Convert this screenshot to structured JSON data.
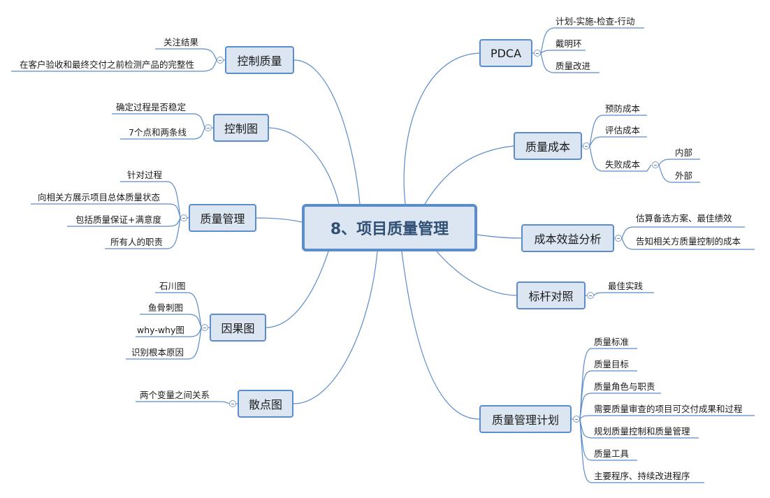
{
  "center": {
    "label": "8、项目质量管理"
  },
  "colors": {
    "link": "#5b8ccb",
    "underline": "#5b8ccb",
    "node_fill": "#dce6f2",
    "node_border": "#5b8ccb"
  },
  "topics": {
    "pdca": {
      "label": "PDCA",
      "items": [
        "计划-实施-检查-行动",
        "戴明环",
        "质量改进"
      ]
    },
    "cost": {
      "label": "质量成本",
      "items": [
        "预防成本",
        "评估成本",
        "失败成本"
      ],
      "failure_items": [
        "内部",
        "外部"
      ]
    },
    "cba": {
      "label": "成本效益分析",
      "items": [
        "估算备选方案、最佳绩效",
        "告知相关方质量控制的成本"
      ]
    },
    "bench": {
      "label": "标杆对照",
      "items": [
        "最佳实践"
      ]
    },
    "plan": {
      "label": "质量管理计划",
      "items": [
        "质量标准",
        "质量目标",
        "质量角色与职责",
        "需要质量审查的项目可交付成果和过程",
        "规划质量控制和质量管理",
        "质量工具",
        "主要程序、持续改进程序"
      ]
    },
    "control_quality": {
      "label": "控制质量",
      "items": [
        "关注结果",
        "在客户验收和最终交付之前检测产品的完整性"
      ]
    },
    "control_chart": {
      "label": "控制图",
      "items": [
        "确定过程是否稳定",
        "7个点和两条线"
      ]
    },
    "qm": {
      "label": "质量管理",
      "items": [
        "针对过程",
        "向相关方展示项目总体质量状态",
        "包括质量保证+满意度",
        "所有人的职责"
      ]
    },
    "cause": {
      "label": "因果图",
      "items": [
        "石川图",
        "鱼骨刺图",
        "why-why图",
        "识别根本原因"
      ]
    },
    "scatter": {
      "label": "散点图",
      "items": [
        "两个变量之间关系"
      ]
    }
  }
}
